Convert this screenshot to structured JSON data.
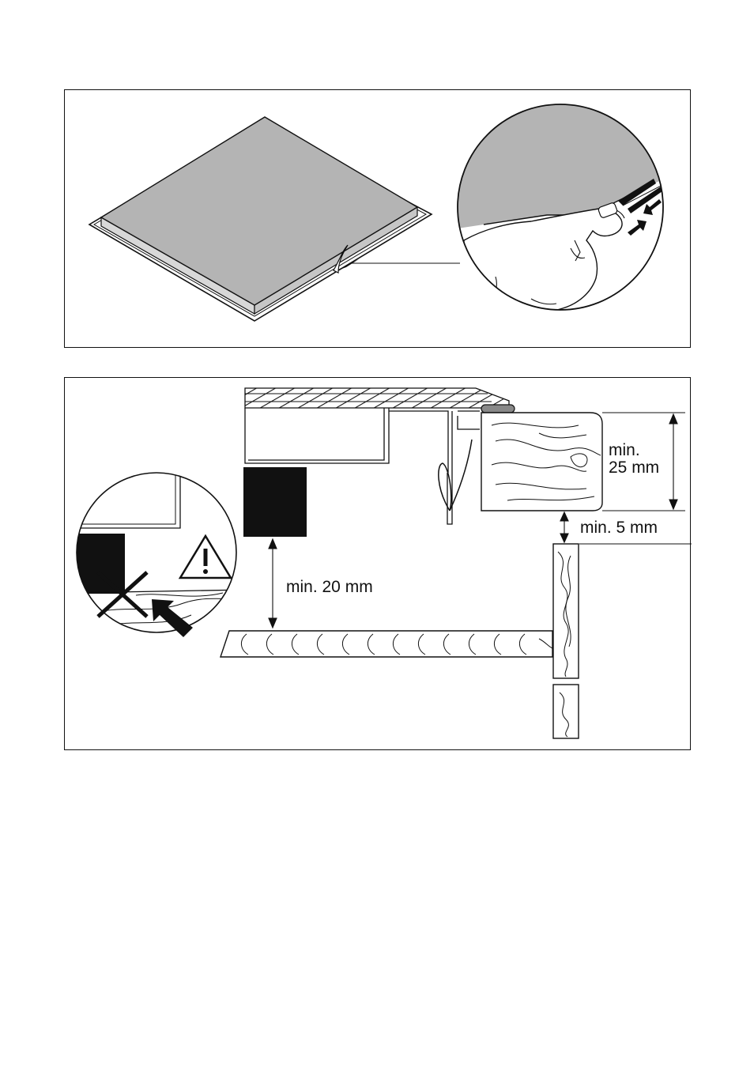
{
  "figure_top": {
    "icons": [
      "hob-panel",
      "sealing-strip",
      "magnify-circle",
      "hand-pressing-icon",
      "press-arrows-icon"
    ]
  },
  "figure_bottom": {
    "labels": {
      "thickness_line1": "min.",
      "thickness_line2": "25 mm",
      "gap_side": "min. 5 mm",
      "gap_below": "min. 20 mm"
    },
    "icons": [
      "warning-triangle-icon",
      "cross-mark-icon",
      "arrow-icon"
    ]
  },
  "colors": {
    "hob_gray": "#b4b4b4",
    "ink": "#111111",
    "background": "#ffffff"
  }
}
